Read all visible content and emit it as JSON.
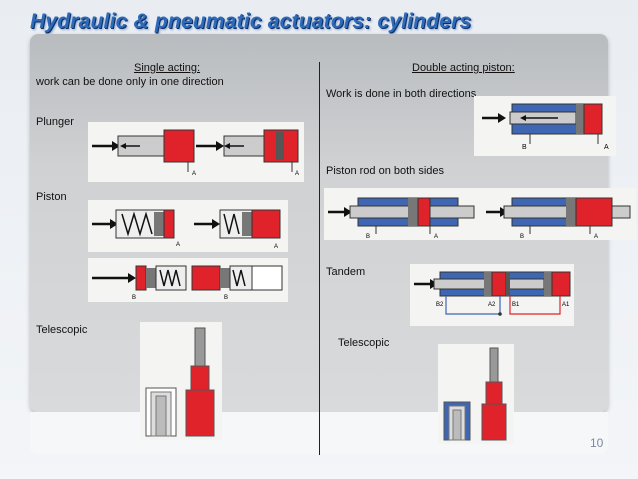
{
  "title": "Hydraulic & pneumatic actuators: cylinders",
  "left": {
    "heading": "Single acting:",
    "description": "work can be done only in one direction",
    "plunger": "Plunger",
    "piston": "Piston",
    "telescopic": "Telescopic"
  },
  "right": {
    "heading": "Double acting piston:",
    "description": "Work is done in both directions",
    "rod_both_sides": "Piston rod on both sides",
    "tandem": "Tandem",
    "telescopic": "Telescopic"
  },
  "port_labels": {
    "a": "A",
    "b": "B",
    "a1": "A1",
    "a2": "A2",
    "b1": "B1",
    "b2": "B2"
  },
  "page_number": "10",
  "colors": {
    "title": "#2e6ab8",
    "fluid_red": "#e0232b",
    "fluid_blue": "#3f66b3",
    "metal": "#9a9a9a"
  }
}
